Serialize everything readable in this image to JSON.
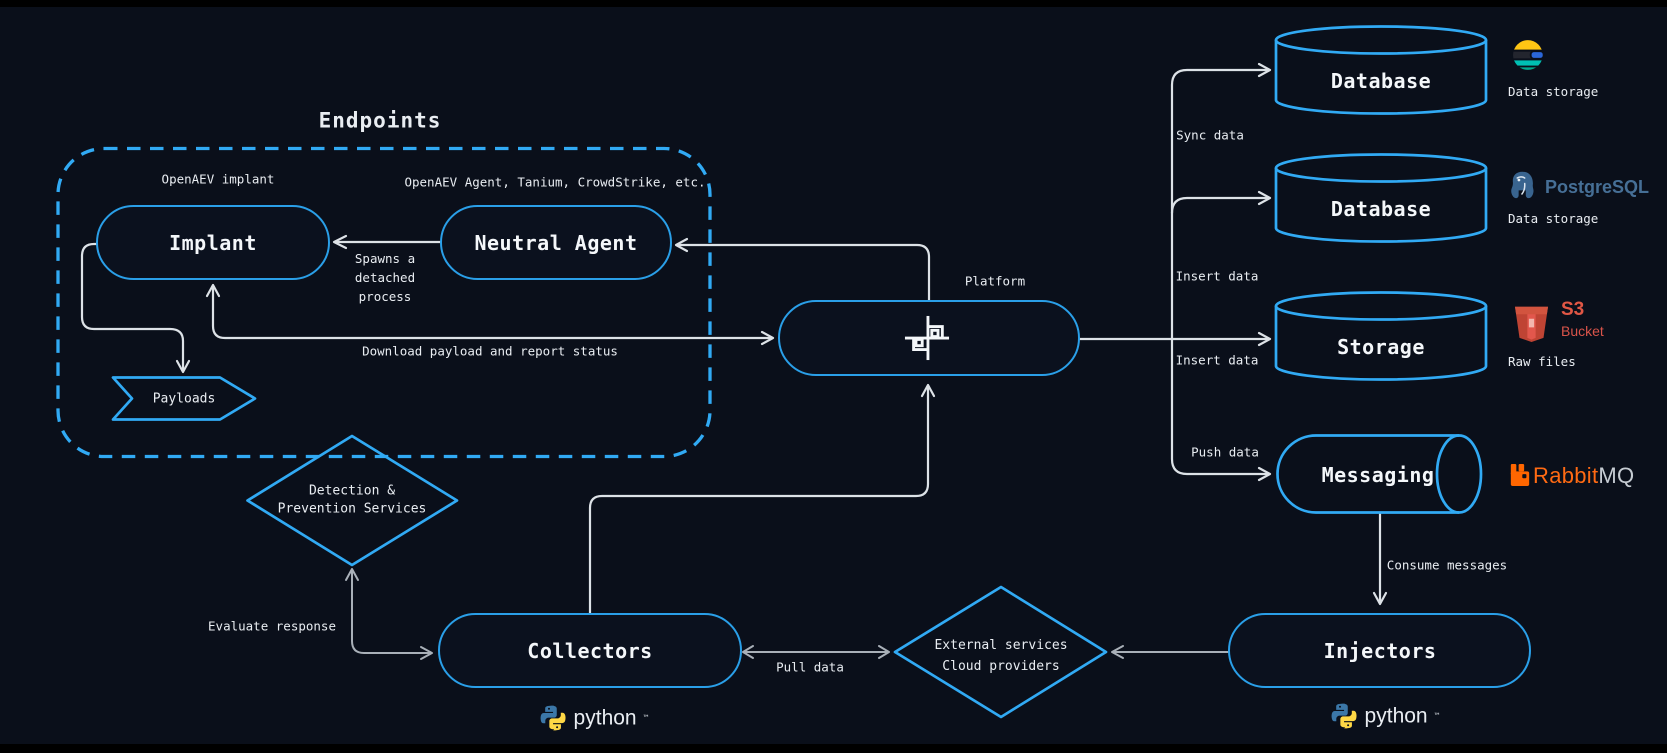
{
  "title": {
    "endpoints": "Endpoints"
  },
  "captions": {
    "implant": "OpenAEV implant",
    "neutral_agent": "OpenAEV Agent, Tanium, CrowdStrike, etc.",
    "platform": "Platform"
  },
  "nodes": {
    "implant": "Implant",
    "neutral_agent": "Neutral Agent",
    "payloads": "Payloads",
    "collectors": "Collectors",
    "injectors": "Injectors",
    "database_top": "Database",
    "database_bottom": "Database",
    "storage": "Storage",
    "messaging": "Messaging",
    "detection": "Detection & Prevention Services",
    "external": "External services Cloud providers"
  },
  "flow_labels": {
    "spawns": "Spawns a detached process",
    "download": "Download payload and report status",
    "sync": "Sync data",
    "insert_db": "Insert data",
    "insert_storage": "Insert data",
    "push": "Push data",
    "consume": "Consume messages",
    "pull": "Pull data",
    "evaluate": "Evaluate response"
  },
  "tech": {
    "elasticsearch": {
      "caption": "Data storage"
    },
    "postgresql": {
      "name": "PostgreSQL",
      "caption": "Data storage"
    },
    "s3": {
      "name": "S3",
      "sub": "Bucket",
      "caption": "Raw files"
    },
    "rabbitmq": {
      "name_a": "Rabbit",
      "name_b": "MQ"
    },
    "python": {
      "name": "python",
      "tm": "™"
    }
  },
  "colors": {
    "background": "#0a0f1a",
    "accent_blue": "#2a9fe8",
    "accent_blue_bright": "#31aaf4",
    "wire_white": "#dde2e7",
    "wire_gray": "#a9b0b8",
    "text": "#e9edf2",
    "rabbit_orange": "#ff6a13",
    "s3_red": "#e15745",
    "postgres_blue": "#466f96",
    "python_blue": "#3b77a8",
    "python_yellow": "#ffd845",
    "elastic_yellow": "#fec514",
    "elastic_teal": "#00bfb3",
    "elastic_green": "#00a98f"
  }
}
